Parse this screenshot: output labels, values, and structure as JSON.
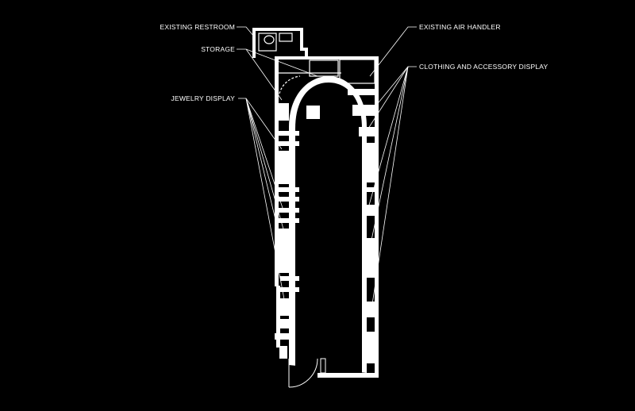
{
  "colors": {
    "background": "#000000",
    "linework": "#ffffff"
  },
  "labels": {
    "existing_restroom": "EXISTING RESTROOM",
    "storage": "STORAGE",
    "jewelry_display": "JEWELRY DISPLAY",
    "existing_air_handler": "EXISTING AIR HANDLER",
    "clothing_accessory_display": "CLOTHING AND ACCESSORY DISPLAY"
  }
}
